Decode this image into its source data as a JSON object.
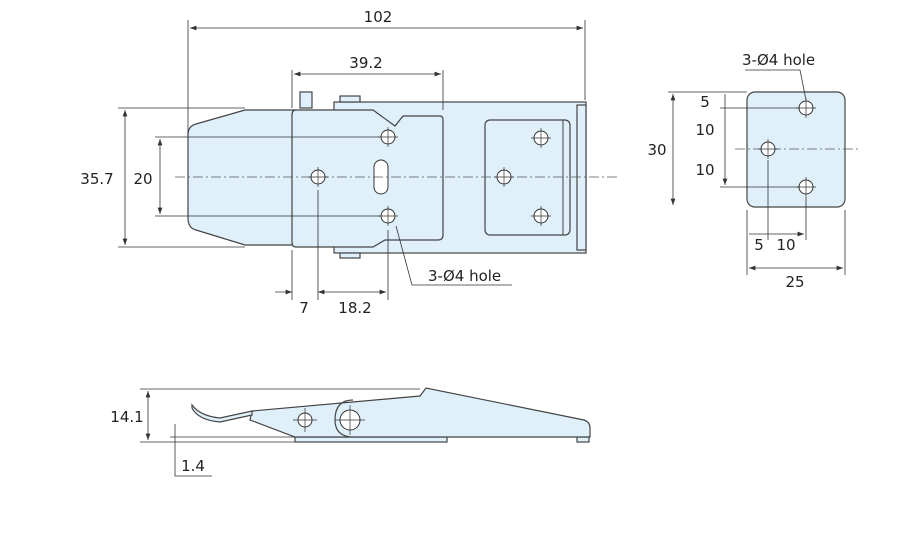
{
  "drawing": {
    "title": "Draw latch dimension drawing",
    "colors": {
      "part_fill": "#dff0fb",
      "line": "#333333"
    },
    "top_view": {
      "overall_length": "102",
      "plate_length": "39.2",
      "overall_width": "35.7",
      "hole_spacing": "20",
      "offset_left": "7",
      "offset_hole": "18.2",
      "hole_note": "3-Ø4 hole"
    },
    "end_view": {
      "hole_note": "3-Ø4 hole",
      "v_top": "5",
      "v_mid1": "10",
      "v_mid2": "10",
      "height": "30",
      "h_left": "5",
      "h_mid": "10",
      "width": "25"
    },
    "side_view": {
      "height": "14.1",
      "thickness": "1.4"
    }
  }
}
